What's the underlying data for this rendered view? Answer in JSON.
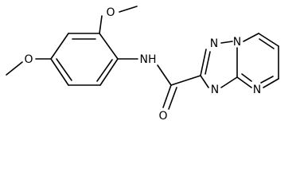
{
  "molecule": {
    "atoms": {
      "methoxy_top_o": "O",
      "methoxy_left_o": "O",
      "amide_nh": "NH",
      "carbonyl_o": "O",
      "triazole_n1": "N",
      "triazole_n2": "N",
      "triazole_n4": "N",
      "pyrimidine_n8": "N"
    }
  }
}
